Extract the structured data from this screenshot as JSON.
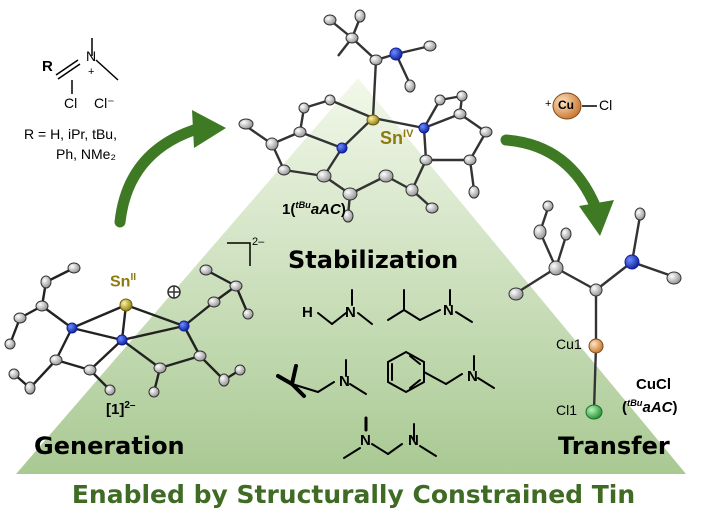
{
  "title": "Enabled by Structurally Constrained Tin",
  "stages": {
    "generation": "Generation",
    "stabilization": "Stabilization",
    "transfer": "Transfer"
  },
  "compounds": {
    "dianion": {
      "prefix": "[1]",
      "charge": "2–"
    },
    "complex": {
      "prefix": "1(",
      "sup": "tBu",
      "name": "aAC",
      "suffix": ")"
    },
    "cucl": {
      "line1": "CuCl",
      "prefix": "(",
      "sup": "tBu",
      "name": "aAC",
      "suffix": ")"
    },
    "bracket_charge": "2–"
  },
  "tin_labels": {
    "sn_ii": {
      "element": "Sn",
      "ox": "II"
    },
    "sn_iv": {
      "element": "Sn",
      "ox": "IV"
    }
  },
  "reagent": {
    "r_group": "R",
    "nitrogen": "N",
    "plus": "+",
    "cl_bound": "Cl",
    "chloride": "Cl⁻",
    "r_definition_line1": "R = H, iPr, tBu,",
    "r_definition_line2": "Ph, NMe₂"
  },
  "copper_reagent": {
    "plus": "+",
    "metal": "Cu",
    "halide": "Cl"
  },
  "atom_labels": {
    "cu1": "Cu1",
    "cl1": "Cl1"
  },
  "carbene_atoms": {
    "h": "H",
    "n": "N"
  },
  "colors": {
    "title_green": "#3f6b25",
    "triangle_light": "#eef5e4",
    "triangle_dark": "#9cbf84",
    "arrow_green": "#3e7a24",
    "tin_gold": "#8c7a10",
    "nitrogen_blue": "#1f3fbf",
    "copper_orange": "#d9843a",
    "chlorine_green": "#35b04a"
  }
}
